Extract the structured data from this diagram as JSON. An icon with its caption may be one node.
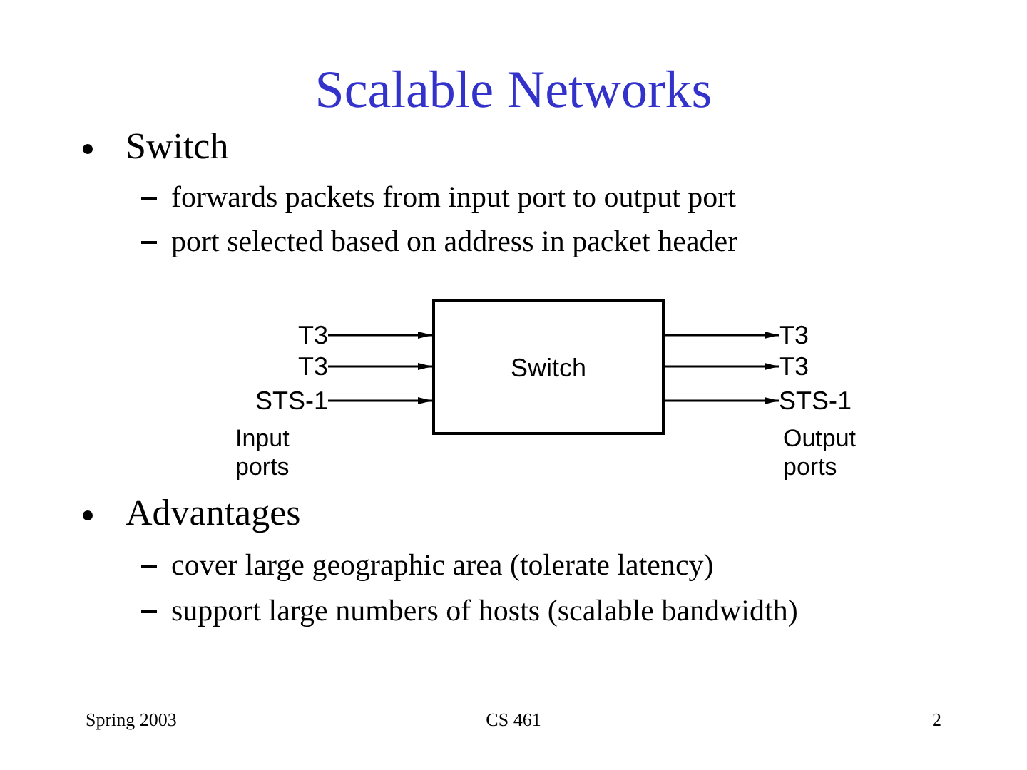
{
  "diagram": {
    "title": "Scalable Networks",
    "nodes": [
      {
        "text": [
          "T3"
        ]
      },
      {
        "text": [
          "T3"
        ]
      },
      {
        "text": [
          "STS-1"
        ]
      },
      {
        "text": [
          "Switch"
        ]
      },
      {
        "text": [
          "T3"
        ]
      },
      {
        "text": [
          "T3"
        ]
      },
      {
        "text": [
          "STS-1"
        ]
      }
    ],
    "edges": [
      {
        "from": 0,
        "to": 3,
        "arrow": "to"
      },
      {
        "from": 1,
        "to": 3,
        "arrow": "to"
      },
      {
        "from": 2,
        "to": 3,
        "arrow": "to"
      },
      {
        "from": 3,
        "to": 4,
        "arrow": "to"
      },
      {
        "from": 3,
        "to": 5,
        "arrow": "to"
      },
      {
        "from": 3,
        "to": 6,
        "arrow": "to"
      }
    ],
    "labels": [
      "Switch",
      "forwards packets from input port to output port",
      "port selected based on address in packet header",
      "Input ports",
      "Output ports",
      "Advantages",
      "cover large geographic area (tolerate latency)",
      "support large numbers of hosts (scalable bandwidth)",
      "Spring 2003",
      "CS 461",
      "2"
    ]
  }
}
